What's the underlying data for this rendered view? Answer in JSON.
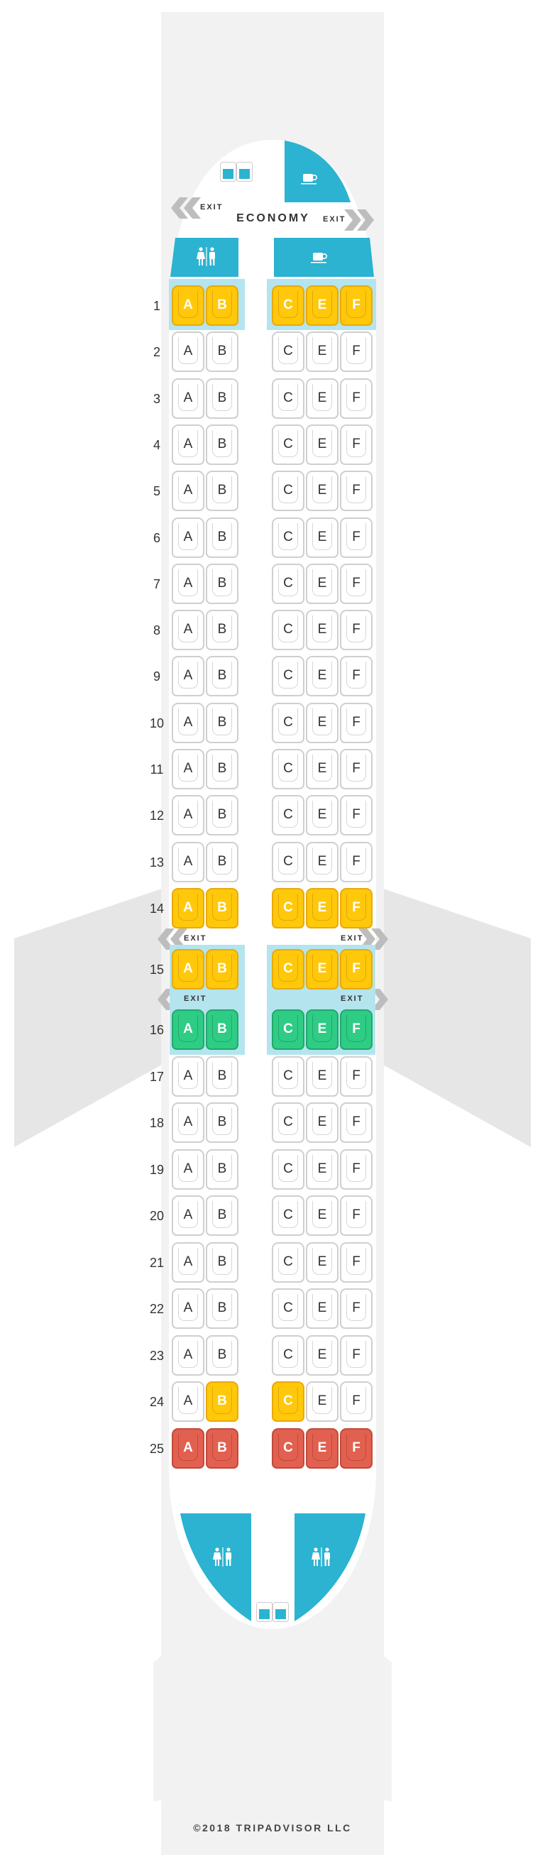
{
  "cabin_class": "ECONOMY",
  "exit_label": "EXIT",
  "copyright": "©2018 TRIPADVISOR LLC",
  "colors": {
    "standard": "#FFFFFF",
    "yellow": "#FFC80A",
    "green": "#2ECC85",
    "red": "#E2604F",
    "facility": "#2BB3D1",
    "highlight": "#B4E4EE",
    "fuselage": "#F2F2F2",
    "wing": "#E6E6E6"
  },
  "facilities": [
    "galley-icon",
    "lavatory-icon",
    "water-cups-icon"
  ],
  "rows": [
    {
      "number": "1",
      "seats": [
        {
          "letter": "A",
          "status": "yellow"
        },
        {
          "letter": "B",
          "status": "yellow"
        },
        {
          "letter": "C",
          "status": "yellow"
        },
        {
          "letter": "E",
          "status": "yellow"
        },
        {
          "letter": "F",
          "status": "yellow"
        }
      ]
    },
    {
      "number": "2",
      "seats": [
        {
          "letter": "A",
          "status": "standard"
        },
        {
          "letter": "B",
          "status": "standard"
        },
        {
          "letter": "C",
          "status": "standard"
        },
        {
          "letter": "E",
          "status": "standard"
        },
        {
          "letter": "F",
          "status": "standard"
        }
      ]
    },
    {
      "number": "3",
      "seats": [
        {
          "letter": "A",
          "status": "standard"
        },
        {
          "letter": "B",
          "status": "standard"
        },
        {
          "letter": "C",
          "status": "standard"
        },
        {
          "letter": "E",
          "status": "standard"
        },
        {
          "letter": "F",
          "status": "standard"
        }
      ]
    },
    {
      "number": "4",
      "seats": [
        {
          "letter": "A",
          "status": "standard"
        },
        {
          "letter": "B",
          "status": "standard"
        },
        {
          "letter": "C",
          "status": "standard"
        },
        {
          "letter": "E",
          "status": "standard"
        },
        {
          "letter": "F",
          "status": "standard"
        }
      ]
    },
    {
      "number": "5",
      "seats": [
        {
          "letter": "A",
          "status": "standard"
        },
        {
          "letter": "B",
          "status": "standard"
        },
        {
          "letter": "C",
          "status": "standard"
        },
        {
          "letter": "E",
          "status": "standard"
        },
        {
          "letter": "F",
          "status": "standard"
        }
      ]
    },
    {
      "number": "6",
      "seats": [
        {
          "letter": "A",
          "status": "standard"
        },
        {
          "letter": "B",
          "status": "standard"
        },
        {
          "letter": "C",
          "status": "standard"
        },
        {
          "letter": "E",
          "status": "standard"
        },
        {
          "letter": "F",
          "status": "standard"
        }
      ]
    },
    {
      "number": "7",
      "seats": [
        {
          "letter": "A",
          "status": "standard"
        },
        {
          "letter": "B",
          "status": "standard"
        },
        {
          "letter": "C",
          "status": "standard"
        },
        {
          "letter": "E",
          "status": "standard"
        },
        {
          "letter": "F",
          "status": "standard"
        }
      ]
    },
    {
      "number": "8",
      "seats": [
        {
          "letter": "A",
          "status": "standard"
        },
        {
          "letter": "B",
          "status": "standard"
        },
        {
          "letter": "C",
          "status": "standard"
        },
        {
          "letter": "E",
          "status": "standard"
        },
        {
          "letter": "F",
          "status": "standard"
        }
      ]
    },
    {
      "number": "9",
      "seats": [
        {
          "letter": "A",
          "status": "standard"
        },
        {
          "letter": "B",
          "status": "standard"
        },
        {
          "letter": "C",
          "status": "standard"
        },
        {
          "letter": "E",
          "status": "standard"
        },
        {
          "letter": "F",
          "status": "standard"
        }
      ]
    },
    {
      "number": "10",
      "seats": [
        {
          "letter": "A",
          "status": "standard"
        },
        {
          "letter": "B",
          "status": "standard"
        },
        {
          "letter": "C",
          "status": "standard"
        },
        {
          "letter": "E",
          "status": "standard"
        },
        {
          "letter": "F",
          "status": "standard"
        }
      ]
    },
    {
      "number": "11",
      "seats": [
        {
          "letter": "A",
          "status": "standard"
        },
        {
          "letter": "B",
          "status": "standard"
        },
        {
          "letter": "C",
          "status": "standard"
        },
        {
          "letter": "E",
          "status": "standard"
        },
        {
          "letter": "F",
          "status": "standard"
        }
      ]
    },
    {
      "number": "12",
      "seats": [
        {
          "letter": "A",
          "status": "standard"
        },
        {
          "letter": "B",
          "status": "standard"
        },
        {
          "letter": "C",
          "status": "standard"
        },
        {
          "letter": "E",
          "status": "standard"
        },
        {
          "letter": "F",
          "status": "standard"
        }
      ]
    },
    {
      "number": "13",
      "seats": [
        {
          "letter": "A",
          "status": "standard"
        },
        {
          "letter": "B",
          "status": "standard"
        },
        {
          "letter": "C",
          "status": "standard"
        },
        {
          "letter": "E",
          "status": "standard"
        },
        {
          "letter": "F",
          "status": "standard"
        }
      ]
    },
    {
      "number": "14",
      "seats": [
        {
          "letter": "A",
          "status": "yellow"
        },
        {
          "letter": "B",
          "status": "yellow"
        },
        {
          "letter": "C",
          "status": "yellow"
        },
        {
          "letter": "E",
          "status": "yellow"
        },
        {
          "letter": "F",
          "status": "yellow"
        }
      ]
    },
    {
      "number": "15",
      "seats": [
        {
          "letter": "A",
          "status": "yellow"
        },
        {
          "letter": "B",
          "status": "yellow"
        },
        {
          "letter": "C",
          "status": "yellow"
        },
        {
          "letter": "E",
          "status": "yellow"
        },
        {
          "letter": "F",
          "status": "yellow"
        }
      ]
    },
    {
      "number": "16",
      "seats": [
        {
          "letter": "A",
          "status": "green"
        },
        {
          "letter": "B",
          "status": "green"
        },
        {
          "letter": "C",
          "status": "green"
        },
        {
          "letter": "E",
          "status": "green"
        },
        {
          "letter": "F",
          "status": "green"
        }
      ]
    },
    {
      "number": "17",
      "seats": [
        {
          "letter": "A",
          "status": "standard"
        },
        {
          "letter": "B",
          "status": "standard"
        },
        {
          "letter": "C",
          "status": "standard"
        },
        {
          "letter": "E",
          "status": "standard"
        },
        {
          "letter": "F",
          "status": "standard"
        }
      ]
    },
    {
      "number": "18",
      "seats": [
        {
          "letter": "A",
          "status": "standard"
        },
        {
          "letter": "B",
          "status": "standard"
        },
        {
          "letter": "C",
          "status": "standard"
        },
        {
          "letter": "E",
          "status": "standard"
        },
        {
          "letter": "F",
          "status": "standard"
        }
      ]
    },
    {
      "number": "19",
      "seats": [
        {
          "letter": "A",
          "status": "standard"
        },
        {
          "letter": "B",
          "status": "standard"
        },
        {
          "letter": "C",
          "status": "standard"
        },
        {
          "letter": "E",
          "status": "standard"
        },
        {
          "letter": "F",
          "status": "standard"
        }
      ]
    },
    {
      "number": "20",
      "seats": [
        {
          "letter": "A",
          "status": "standard"
        },
        {
          "letter": "B",
          "status": "standard"
        },
        {
          "letter": "C",
          "status": "standard"
        },
        {
          "letter": "E",
          "status": "standard"
        },
        {
          "letter": "F",
          "status": "standard"
        }
      ]
    },
    {
      "number": "21",
      "seats": [
        {
          "letter": "A",
          "status": "standard"
        },
        {
          "letter": "B",
          "status": "standard"
        },
        {
          "letter": "C",
          "status": "standard"
        },
        {
          "letter": "E",
          "status": "standard"
        },
        {
          "letter": "F",
          "status": "standard"
        }
      ]
    },
    {
      "number": "22",
      "seats": [
        {
          "letter": "A",
          "status": "standard"
        },
        {
          "letter": "B",
          "status": "standard"
        },
        {
          "letter": "C",
          "status": "standard"
        },
        {
          "letter": "E",
          "status": "standard"
        },
        {
          "letter": "F",
          "status": "standard"
        }
      ]
    },
    {
      "number": "23",
      "seats": [
        {
          "letter": "A",
          "status": "standard"
        },
        {
          "letter": "B",
          "status": "standard"
        },
        {
          "letter": "C",
          "status": "standard"
        },
        {
          "letter": "E",
          "status": "standard"
        },
        {
          "letter": "F",
          "status": "standard"
        }
      ]
    },
    {
      "number": "24",
      "seats": [
        {
          "letter": "A",
          "status": "standard"
        },
        {
          "letter": "B",
          "status": "yellow"
        },
        {
          "letter": "C",
          "status": "yellow"
        },
        {
          "letter": "E",
          "status": "standard"
        },
        {
          "letter": "F",
          "status": "standard"
        }
      ]
    },
    {
      "number": "25",
      "seats": [
        {
          "letter": "A",
          "status": "red"
        },
        {
          "letter": "B",
          "status": "red"
        },
        {
          "letter": "C",
          "status": "red"
        },
        {
          "letter": "E",
          "status": "red"
        },
        {
          "letter": "F",
          "status": "red"
        }
      ]
    }
  ]
}
